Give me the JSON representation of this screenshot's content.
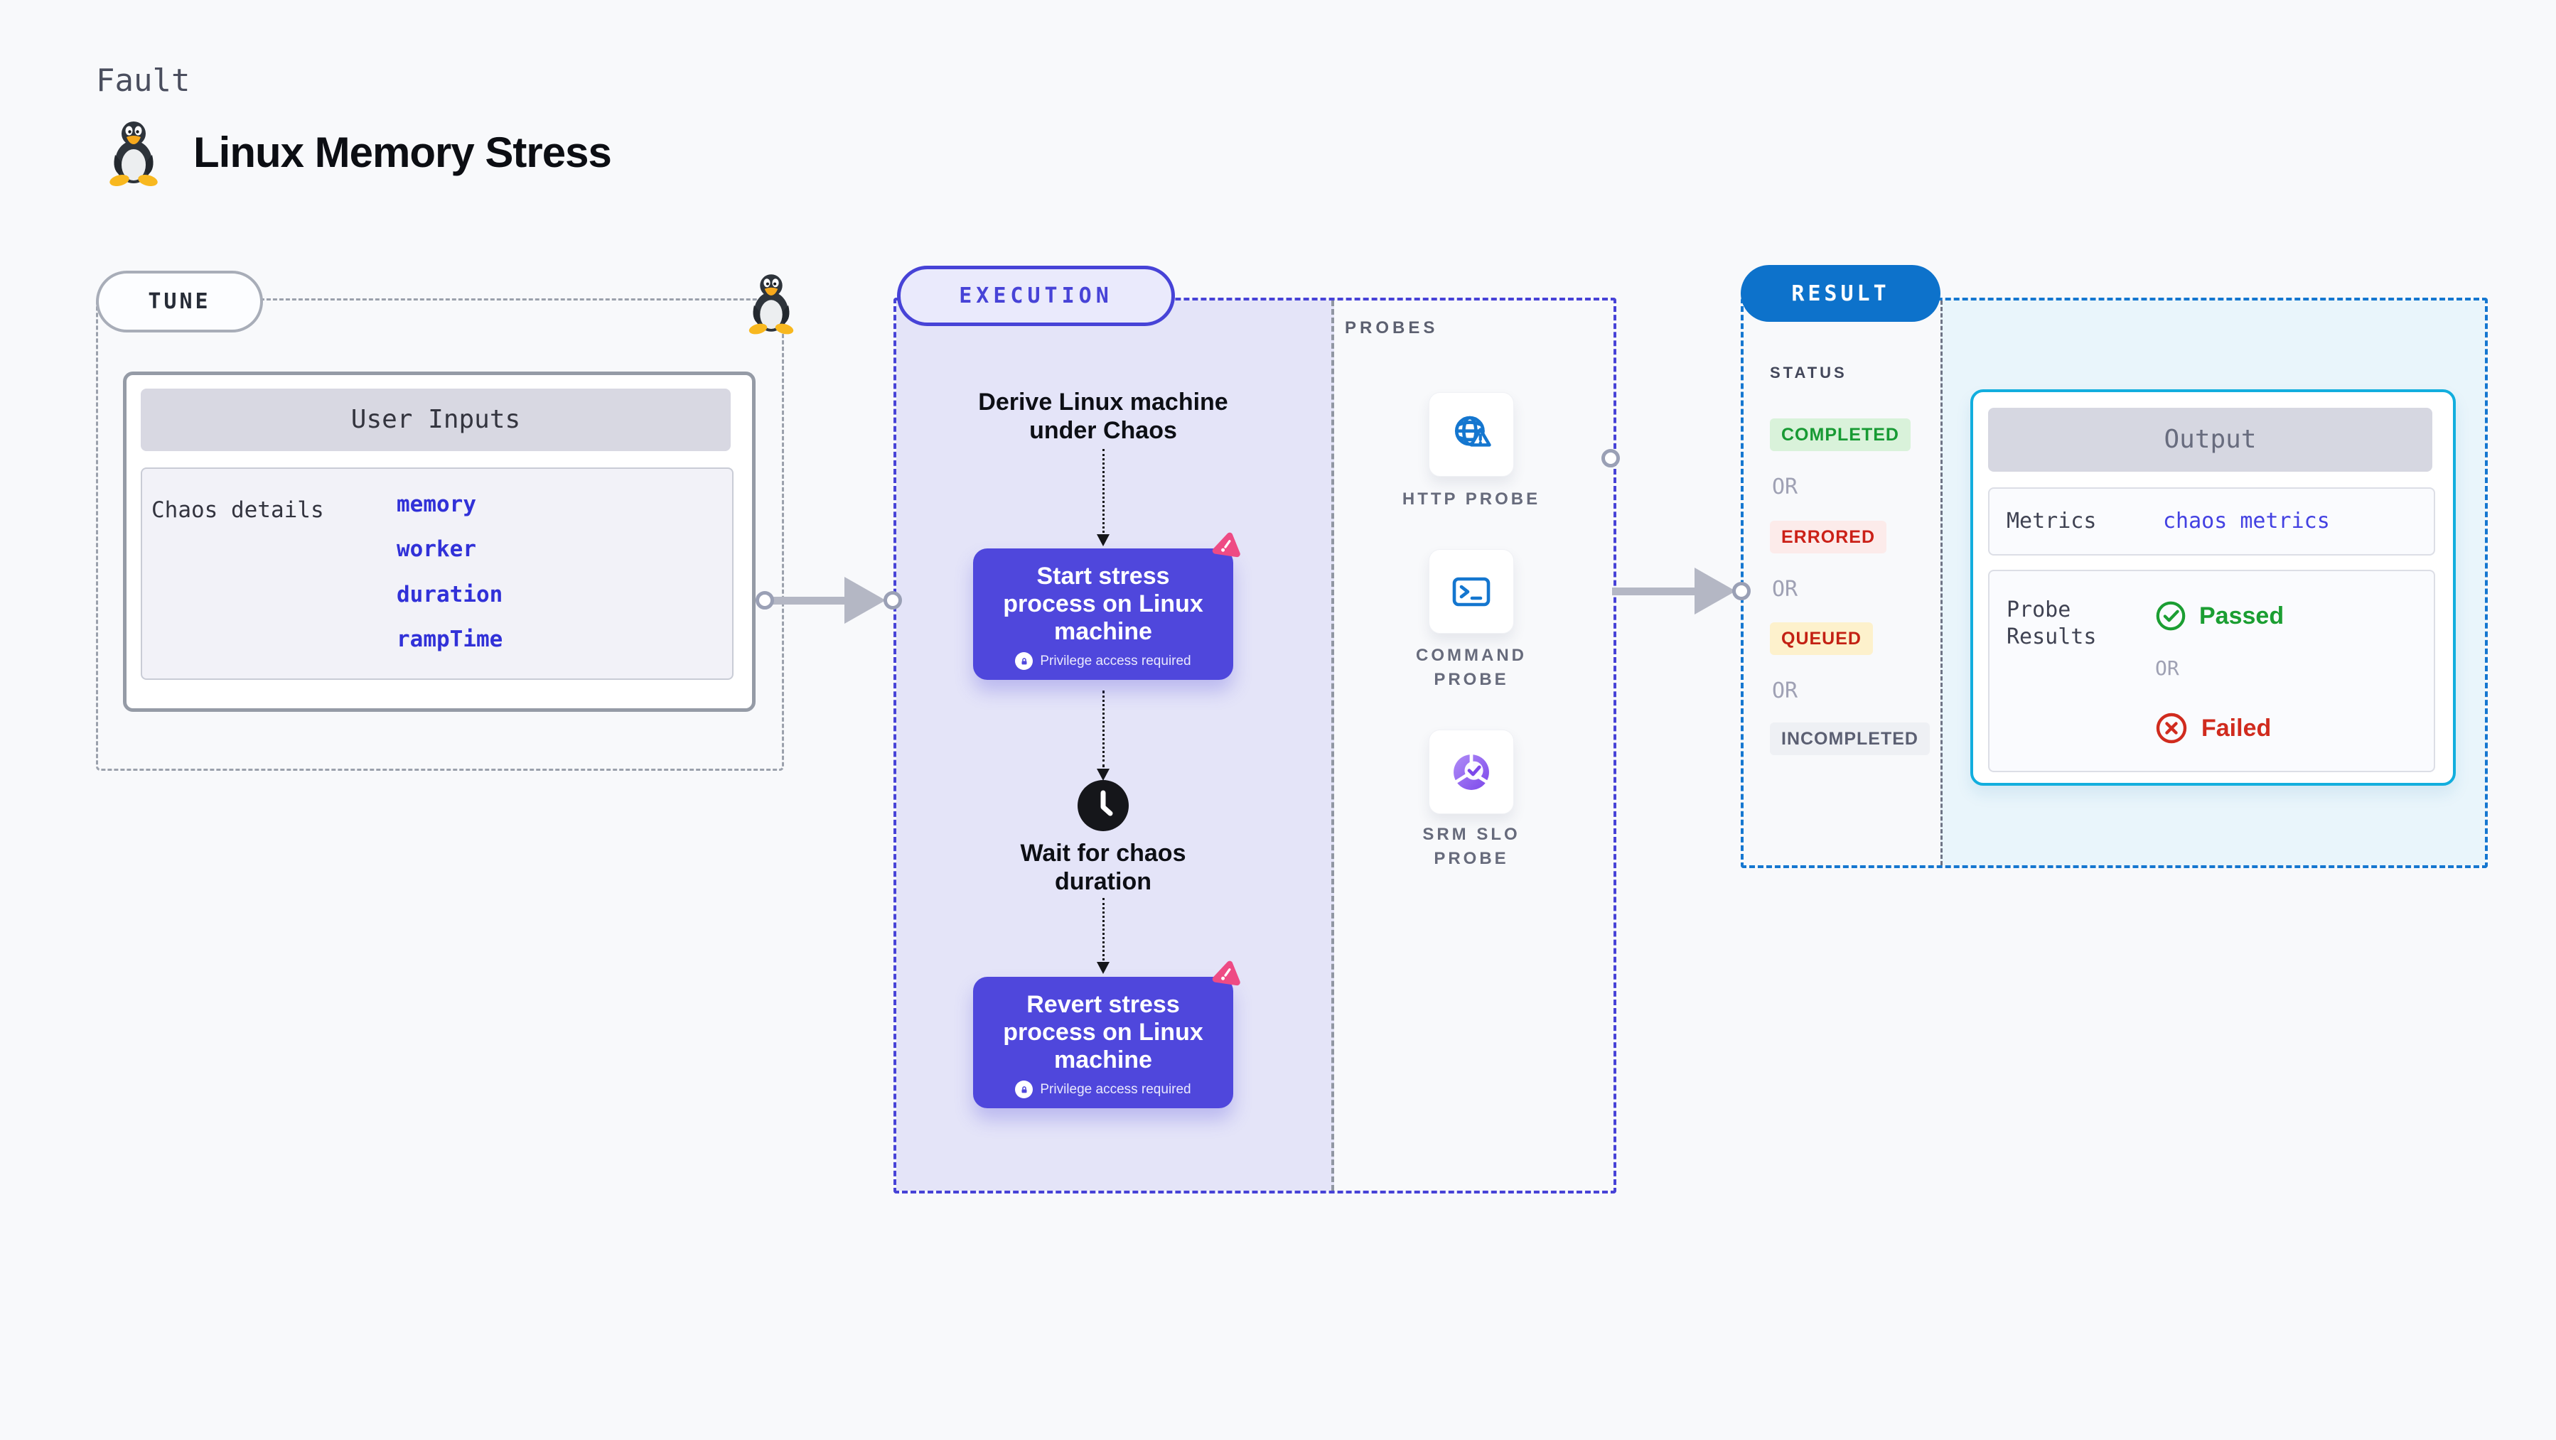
{
  "page": {
    "kicker": "Fault",
    "title": "Linux Memory Stress"
  },
  "tune": {
    "label": "TUNE",
    "card": {
      "header": "User Inputs",
      "row_label": "Chaos details",
      "inputs": [
        "memory",
        "worker",
        "duration",
        "rampTime"
      ]
    }
  },
  "execution": {
    "label": "EXECUTION",
    "derive_text": "Derive Linux machine under Chaos",
    "start_node": {
      "title": "Start stress process on Linux machine",
      "badge": "Privilege access required"
    },
    "wait_text": "Wait for chaos duration",
    "revert_node": {
      "title": "Revert stress process on Linux machine",
      "badge": "Privilege access required"
    }
  },
  "probes": {
    "label": "PROBES",
    "items": [
      {
        "label": "HTTP PROBE",
        "icon": "globe-alert-icon"
      },
      {
        "label": "COMMAND PROBE",
        "icon": "terminal-icon"
      },
      {
        "label": "SRM SLO PROBE",
        "icon": "slo-donut-check-icon"
      }
    ]
  },
  "result": {
    "label": "RESULT",
    "status_label": "STATUS",
    "or_label": "OR",
    "statuses": [
      {
        "label": "COMPLETED",
        "bg": "#d9f2da",
        "color": "#179a33"
      },
      {
        "label": "ERRORED",
        "bg": "#fcebea",
        "color": "#cb2017"
      },
      {
        "label": "QUEUED",
        "bg": "#fdf1cc",
        "color": "#c32114"
      },
      {
        "label": "INCOMPLETED",
        "bg": "#eef0f4",
        "color": "#5b5f72"
      }
    ],
    "output": {
      "header": "Output",
      "metrics_label": "Metrics",
      "metrics_value": "chaos metrics",
      "probe_results_label": "Probe Results",
      "passed_label": "Passed",
      "failed_label": "Failed",
      "or_label": "OR"
    }
  },
  "colors": {
    "accent_indigo": "#4743d7",
    "node_purple": "#4f47dc",
    "accent_blue": "#0d72cb",
    "cyan_border": "#12aede",
    "probe_icon_blue": "#1476cf",
    "pink_icon": "#ee4b84",
    "input_value_blue": "#3131d8",
    "passed_green": "#1b9e32",
    "failed_red": "#d02b1e"
  }
}
